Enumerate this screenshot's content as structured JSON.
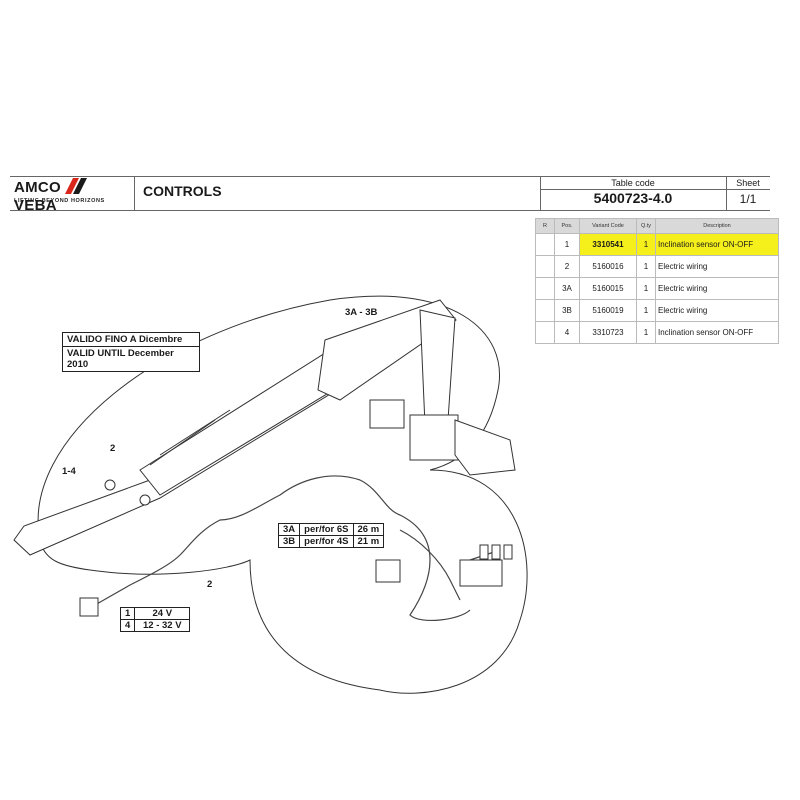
{
  "header": {
    "brand_left": "AMCO",
    "brand_right": "VEBA",
    "tagline": "LIFTING BEYOND HORIZONS",
    "title": "CONTROLS",
    "table_code_label": "Table code",
    "table_code": "5400723-4.0",
    "sheet_label": "Sheet",
    "sheet": "1/1"
  },
  "parts_table": {
    "columns": [
      "R",
      "Pos.",
      "Variant Code",
      "Q.ty",
      "Description"
    ],
    "rows": [
      {
        "r": "",
        "pos": "1",
        "code": "3310541",
        "qty": "1",
        "desc": "Inclination sensor ON-OFF",
        "highlight": true
      },
      {
        "r": "",
        "pos": "2",
        "code": "5160016",
        "qty": "1",
        "desc": "Electric wiring"
      },
      {
        "r": "",
        "pos": "3A",
        "code": "5160015",
        "qty": "1",
        "desc": "Electric wiring"
      },
      {
        "r": "",
        "pos": "3B",
        "code": "5160019",
        "qty": "1",
        "desc": "Electric wiring"
      },
      {
        "r": "",
        "pos": "4",
        "code": "3310723",
        "qty": "1",
        "desc": "Inclination sensor ON-OFF"
      }
    ]
  },
  "drawing": {
    "note_it": "VALIDO FINO A Dicembre 2010",
    "note_en": "VALID UNTIL December 2010",
    "label_3a3b": "3A - 3B",
    "label_2_top": "2",
    "label_14": "1-4",
    "label_2_bottom": "2",
    "cable_table": [
      {
        "pos": "3A",
        "desc": "per/for 6S",
        "len": "26 m"
      },
      {
        "pos": "3B",
        "desc": "per/for 4S",
        "len": "21 m"
      }
    ],
    "sensor_table": [
      {
        "pos": "1",
        "volt": "24 V"
      },
      {
        "pos": "4",
        "volt": "12 - 32 V"
      }
    ]
  }
}
